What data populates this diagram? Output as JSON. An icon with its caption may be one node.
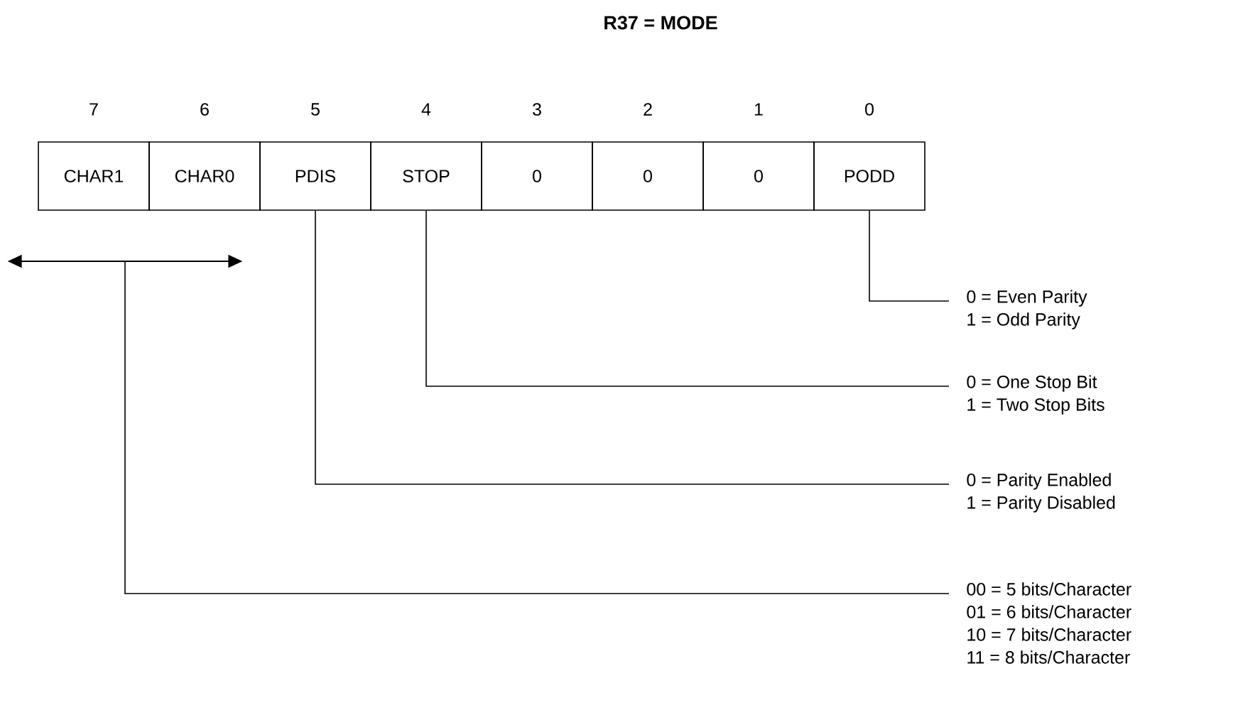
{
  "diagram": {
    "title": "R37 = MODE",
    "nodes": [
      {
        "text": [
          "CHAR1"
        ],
        "beside": [
          "7"
        ]
      },
      {
        "text": [
          "CHAR0"
        ],
        "beside": [
          "6"
        ]
      },
      {
        "text": [
          "PDIS"
        ],
        "beside": [
          "5"
        ]
      },
      {
        "text": [
          "STOP"
        ],
        "beside": [
          "4"
        ]
      },
      {
        "text": [
          "0"
        ],
        "beside": [
          "3"
        ]
      },
      {
        "text": [
          "0"
        ],
        "beside": [
          "2"
        ]
      },
      {
        "text": [
          "0"
        ],
        "beside": [
          "1"
        ]
      },
      {
        "text": [
          "PODD"
        ],
        "beside": [
          "0"
        ]
      },
      {
        "text": [],
        "shape": "arrow"
      },
      {
        "text": [
          "0 = Even Parity",
          "1 = Odd Parity"
        ]
      },
      {
        "text": [
          "0 = One Stop Bit",
          "1 = Two Stop Bits"
        ]
      },
      {
        "text": [
          "0 = Parity Enabled",
          "1 = Parity Disabled"
        ]
      },
      {
        "text": [
          "00 = 5 bits/Character",
          "01 = 6 bits/Character",
          "10 = 7 bits/Character",
          "11 = 8 bits/Character"
        ]
      }
    ],
    "edges": [
      {
        "from": 7,
        "to": 9,
        "arrow": "none"
      },
      {
        "from": 3,
        "to": 10,
        "arrow": "none"
      },
      {
        "from": 2,
        "to": 11,
        "arrow": "none"
      },
      {
        "from": 8,
        "to": 12,
        "arrow": "none"
      }
    ]
  }
}
